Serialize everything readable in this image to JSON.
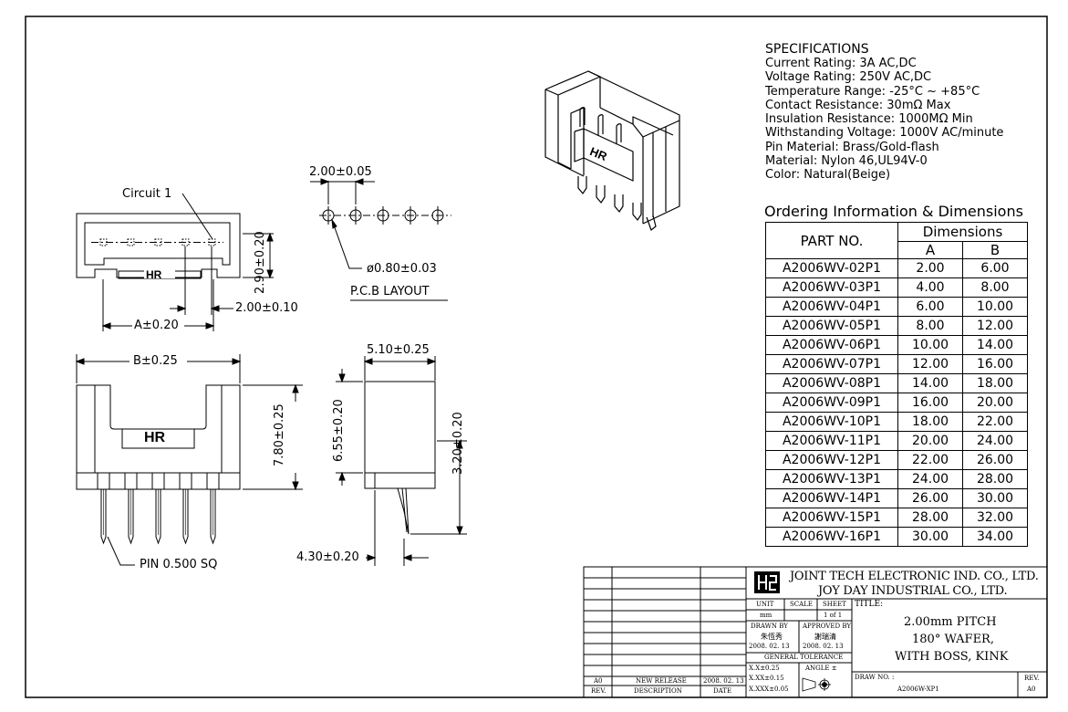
{
  "specifications": {
    "heading": "SPECIFICATIONS",
    "lines": [
      "Current Rating: 3A AC,DC",
      "Voltage Rating: 250V AC,DC",
      "Temperature Range: -25°C ~ +85°C",
      "Contact Resistance: 30mΩ Max",
      "Insulation Resistance: 1000MΩ Min",
      "Withstanding Voltage: 1000V AC/minute",
      "Pin Material: Brass/Gold-flash",
      "Material: Nylon 46,UL94V-0",
      "Color: Natural(Beige)"
    ]
  },
  "ordering": {
    "title": "Ordering Information & Dimensions",
    "col_part": "PART NO.",
    "col_dims": "Dimensions",
    "col_a": "A",
    "col_b": "B",
    "rows": [
      [
        "A2006WV-02P1",
        "2.00",
        "6.00"
      ],
      [
        "A2006WV-03P1",
        "4.00",
        "8.00"
      ],
      [
        "A2006WV-04P1",
        "6.00",
        "10.00"
      ],
      [
        "A2006WV-05P1",
        "8.00",
        "12.00"
      ],
      [
        "A2006WV-06P1",
        "10.00",
        "14.00"
      ],
      [
        "A2006WV-07P1",
        "12.00",
        "16.00"
      ],
      [
        "A2006WV-08P1",
        "14.00",
        "18.00"
      ],
      [
        "A2006WV-09P1",
        "16.00",
        "20.00"
      ],
      [
        "A2006WV-10P1",
        "18.00",
        "22.00"
      ],
      [
        "A2006WV-11P1",
        "20.00",
        "24.00"
      ],
      [
        "A2006WV-12P1",
        "22.00",
        "26.00"
      ],
      [
        "A2006WV-13P1",
        "24.00",
        "28.00"
      ],
      [
        "A2006WV-14P1",
        "26.00",
        "30.00"
      ],
      [
        "A2006WV-15P1",
        "28.00",
        "32.00"
      ],
      [
        "A2006WV-16P1",
        "30.00",
        "34.00"
      ]
    ]
  },
  "drawing": {
    "circuit_label": "Circuit 1",
    "dim_top_height": "2.90±0.20",
    "dim_pitch_tol": "2.00±0.10",
    "dim_a": "A±0.20",
    "dim_b": "B±0.25",
    "dim_height": "7.80±0.25",
    "pin_label": "PIN 0.500 SQ",
    "hr_mark": "HR",
    "pcb_pitch": "2.00±0.05",
    "pcb_hole": "ø0.80±0.03",
    "pcb_title": "P.C.B LAYOUT",
    "side_width": "5.10±0.25",
    "side_body": "6.55±0.20",
    "side_pin": "3.20±0.20",
    "side_offset": "4.30±0.20"
  },
  "title_block": {
    "company1": "JOINT TECH ELECTRONIC IND. CO., LTD.",
    "company2": "JOY DAY INDUSTRIAL CO., LTD.",
    "unit_label": "UNIT",
    "unit_value": "mm",
    "scale_label": "SCALE",
    "sheet_label": "SHEET",
    "sheet_value": "1 of 1",
    "title_label": "TITLE:",
    "title_line1": "2.00mm PITCH",
    "title_line2": "180° WAFER,",
    "title_line3": "WITH BOSS, KINK",
    "drawn_by_label": "DRAWN BY",
    "drawn_by_name": "朱恆秀",
    "drawn_date": "2008. 02. 13",
    "approved_by_label": "APPROVED BY",
    "approved_by_name": "謝瑞清",
    "approved_date": "2008. 02. 13",
    "general_tolerance": "GENERAL TOLERANCE",
    "tol1": "X.X±0.25",
    "tol2": "X.XX±0.15",
    "tol3": "X.XXX±0.05",
    "angle_label": "ANGLE ±",
    "drawing_no_label": "DRAW NO. :",
    "drawing_no": "A2006W-XP1",
    "rev_label": "REV.",
    "rev_value": "A0",
    "rev_row_rev": "A0",
    "rev_row_desc": "NEW RELEASE",
    "rev_row_date": "2008. 02. 13",
    "hdr_rev": "REV.",
    "hdr_desc": "DESCRIPTION",
    "hdr_date": "DATE"
  }
}
